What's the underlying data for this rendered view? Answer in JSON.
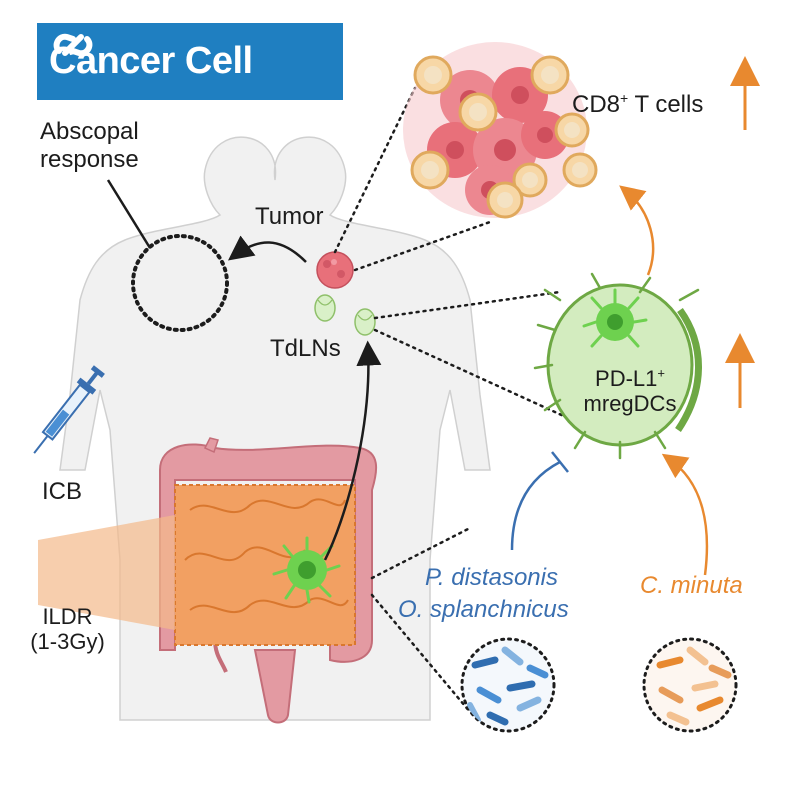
{
  "logo": {
    "text": "Cancer Cell",
    "icon": "chain-link-icon"
  },
  "labels": {
    "abscopal_line1": "Abscopal",
    "abscopal_line2": "response",
    "tumor": "Tumor",
    "tdlns": "TdLNs",
    "icb": "ICB",
    "ildr_line1": "ILDR",
    "ildr_line2": "(1-3Gy)",
    "cd8_main": "CD8",
    "cd8_sup": "+",
    "cd8_rest": " T cells",
    "pdl1_main": "PD-L1",
    "pdl1_sup": "+",
    "mregdcs": "mregDCs",
    "p_distasonis": "P. distasonis",
    "o_splanchnicus": "O. splanchnicus",
    "c_minuta": "C. minuta"
  },
  "colors": {
    "brand": "#1f7fc1",
    "orange": "#e8892f",
    "blue": "#3a6fb0",
    "green": "#5cbd3c",
    "tumor_pink": "#e8707a",
    "body_gray": "#f1f1f1"
  }
}
